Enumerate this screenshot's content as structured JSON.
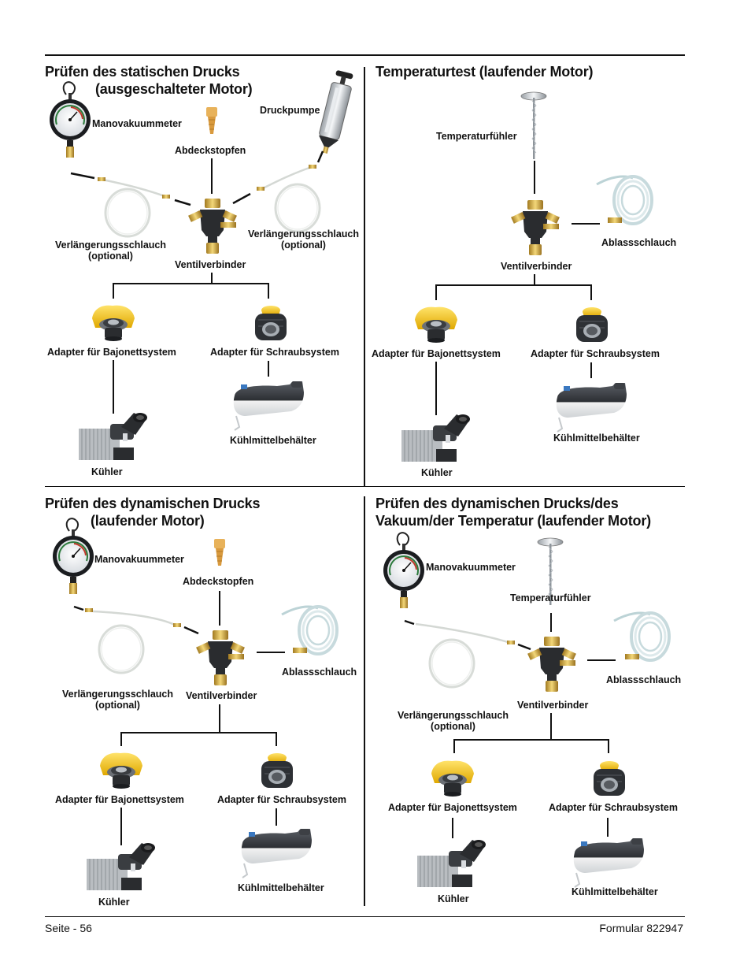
{
  "panels": [
    {
      "title_line1": "Prüfen des statischen Drucks",
      "title_line2": "(ausgeschalteter Motor)",
      "labels": {
        "gauge": "Manovakuummeter",
        "pump": "Druckpumpe",
        "stopper": "Abdeckstopfen",
        "hose_left": "Verlängerungsschlauch",
        "hose_left_sub": "(optional)",
        "hose_right": "Verlängerungsschlauch",
        "hose_right_sub": "(optional)",
        "connector": "Ventilverbinder",
        "bayonet": "Adapter für Bajonettsystem",
        "screw": "Adapter für Schraubsystem",
        "tank": "Kühlmittelbehälter",
        "radiator": "Kühler"
      }
    },
    {
      "title_line1": "Temperaturtest (laufender Motor)",
      "labels": {
        "probe": "Temperaturfühler",
        "drain": "Ablassschlauch",
        "connector": "Ventilverbinder",
        "bayonet": "Adapter für Bajonettsystem",
        "screw": "Adapter für Schraubsystem",
        "tank": "Kühlmittelbehälter",
        "radiator": "Kühler"
      }
    },
    {
      "title_line1": "Prüfen des dynamischen Drucks",
      "title_line2": "(laufender Motor)",
      "labels": {
        "gauge": "Manovakuummeter",
        "stopper": "Abdeckstopfen",
        "drain": "Ablassschlauch",
        "hose": "Verlängerungsschlauch",
        "hose_sub": "(optional)",
        "connector": "Ventilverbinder",
        "bayonet": "Adapter für Bajonettsystem",
        "screw": "Adapter für Schraubsystem",
        "tank": "Kühlmittelbehälter",
        "radiator": "Kühler"
      }
    },
    {
      "title_line1": "Prüfen des dynamischen Drucks/des",
      "title_line2": "Vakuum/der Temperatur (laufender Motor)",
      "labels": {
        "gauge": "Manovakuummeter",
        "probe": "Temperaturfühler",
        "drain": "Ablassschlauch",
        "connector": "Ventilverbinder",
        "hose": "Verlängerungsschlauch",
        "hose_sub": "(optional)",
        "bayonet": "Adapter für Bajonettsystem",
        "screw": "Adapter für Schraubsystem",
        "tank": "Kühlmittelbehälter",
        "radiator": "Kühler"
      }
    }
  ],
  "footer": {
    "page": "Seite - 56",
    "form": "Formular 822947"
  }
}
